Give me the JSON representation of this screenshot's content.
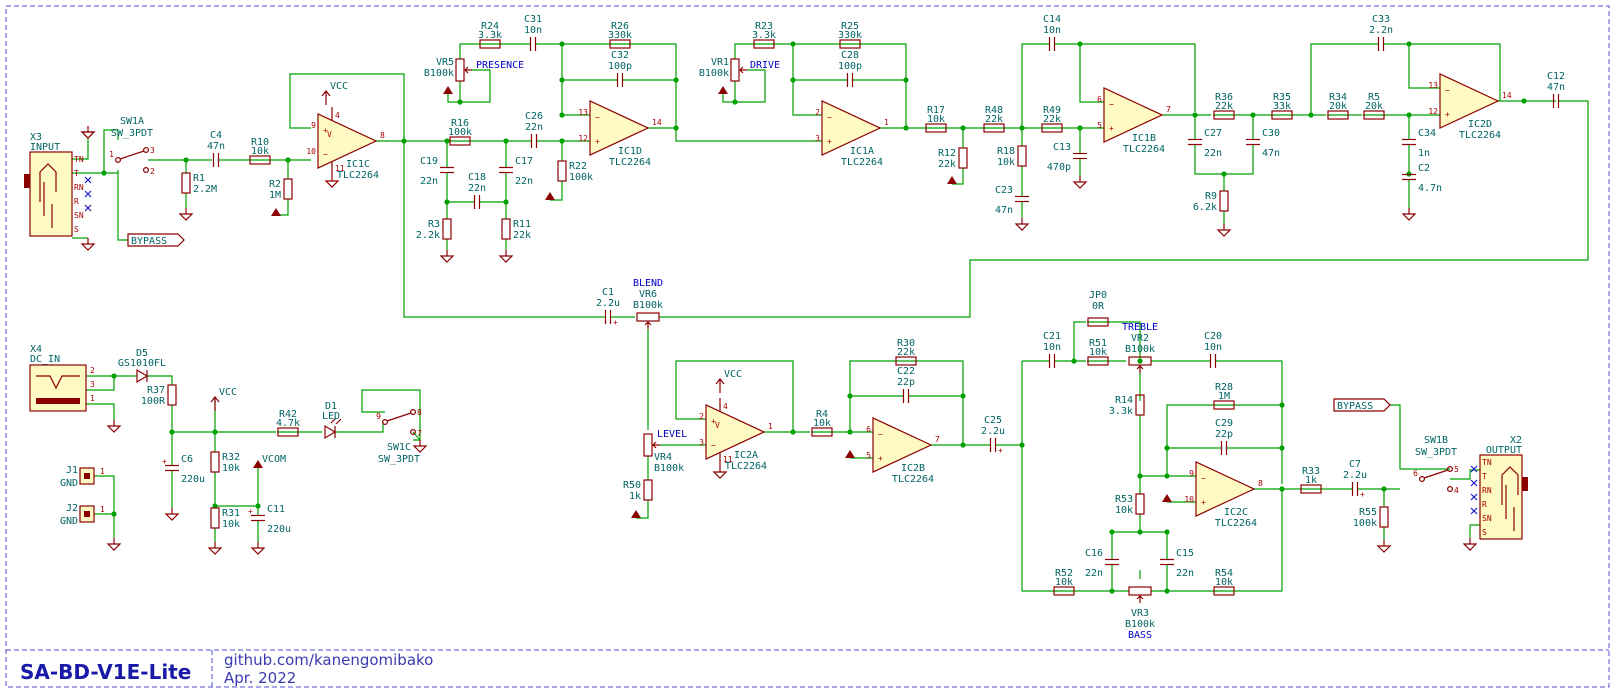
{
  "title_block": {
    "title": "SA-BD-V1E-Lite",
    "url": "github.com/kanengomibako",
    "date": "Apr. 2022"
  },
  "colors": {
    "wire": "#00a000",
    "symbol": "#8b0000",
    "fill": "#fff9c4",
    "text": "#006464",
    "net": "#0000c4"
  },
  "resistors": [
    {
      "id": "R1",
      "ref": "R1",
      "val": "2.2M"
    },
    {
      "id": "R2",
      "ref": "R2",
      "val": "1M"
    },
    {
      "id": "R10",
      "ref": "R10",
      "val": "10k"
    },
    {
      "id": "R24",
      "ref": "R24",
      "val": "3.3k"
    },
    {
      "id": "R26",
      "ref": "R26",
      "val": "330k"
    },
    {
      "id": "R16",
      "ref": "R16",
      "val": "100k"
    },
    {
      "id": "R22",
      "ref": "R22",
      "val": "100k"
    },
    {
      "id": "R3",
      "ref": "R3",
      "val": "2.2k"
    },
    {
      "id": "R11",
      "ref": "R11",
      "val": "22k"
    },
    {
      "id": "R23",
      "ref": "R23",
      "val": "3.3k"
    },
    {
      "id": "R25",
      "ref": "R25",
      "val": "330k"
    },
    {
      "id": "R17",
      "ref": "R17",
      "val": "10k"
    },
    {
      "id": "R12",
      "ref": "R12",
      "val": "22k"
    },
    {
      "id": "R48",
      "ref": "R48",
      "val": "22k"
    },
    {
      "id": "R18",
      "ref": "R18",
      "val": "10k"
    },
    {
      "id": "R49",
      "ref": "R49",
      "val": "22k"
    },
    {
      "id": "R36",
      "ref": "R36",
      "val": "22k"
    },
    {
      "id": "R35",
      "ref": "R35",
      "val": "33k"
    },
    {
      "id": "R9",
      "ref": "R9",
      "val": "6.2k"
    },
    {
      "id": "R34",
      "ref": "R34",
      "val": "20k"
    },
    {
      "id": "R5",
      "ref": "R5",
      "val": "20k"
    },
    {
      "id": "R37",
      "ref": "R37",
      "val": "100R"
    },
    {
      "id": "R42",
      "ref": "R42",
      "val": "4.7k"
    },
    {
      "id": "R32",
      "ref": "R32",
      "val": "10k"
    },
    {
      "id": "R31",
      "ref": "R31",
      "val": "10k"
    },
    {
      "id": "R50",
      "ref": "R50",
      "val": "1k"
    },
    {
      "id": "R4",
      "ref": "R4",
      "val": "10k"
    },
    {
      "id": "R30",
      "ref": "R30",
      "val": "22k"
    },
    {
      "id": "R51",
      "ref": "R51",
      "val": "10k"
    },
    {
      "id": "R14",
      "ref": "R14",
      "val": "3.3k"
    },
    {
      "id": "R28",
      "ref": "R28",
      "val": "1M"
    },
    {
      "id": "R53",
      "ref": "R53",
      "val": "10k"
    },
    {
      "id": "R52",
      "ref": "R52",
      "val": "10k"
    },
    {
      "id": "R54",
      "ref": "R54",
      "val": "10k"
    },
    {
      "id": "R33",
      "ref": "R33",
      "val": "1k"
    },
    {
      "id": "R55",
      "ref": "R55",
      "val": "100k"
    }
  ],
  "capacitors": [
    {
      "id": "C4",
      "ref": "C4",
      "val": "47n"
    },
    {
      "id": "C31",
      "ref": "C31",
      "val": "10n"
    },
    {
      "id": "C32",
      "ref": "C32",
      "val": "100p"
    },
    {
      "id": "C26",
      "ref": "C26",
      "val": "22n"
    },
    {
      "id": "C19",
      "ref": "C19",
      "val": "22n"
    },
    {
      "id": "C18",
      "ref": "C18",
      "val": "22n"
    },
    {
      "id": "C17",
      "ref": "C17",
      "val": "22n"
    },
    {
      "id": "C28",
      "ref": "C28",
      "val": "100p"
    },
    {
      "id": "C14",
      "ref": "C14",
      "val": "10n"
    },
    {
      "id": "C13",
      "ref": "C13",
      "val": "470p"
    },
    {
      "id": "C23",
      "ref": "C23",
      "val": "47n"
    },
    {
      "id": "C27",
      "ref": "C27",
      "val": "22n"
    },
    {
      "id": "C30",
      "ref": "C30",
      "val": "47n"
    },
    {
      "id": "C33",
      "ref": "C33",
      "val": "2.2n"
    },
    {
      "id": "C34",
      "ref": "C34",
      "val": "1n"
    },
    {
      "id": "C2",
      "ref": "C2",
      "val": "4.7n"
    },
    {
      "id": "C12",
      "ref": "C12",
      "val": "47n"
    },
    {
      "id": "C1",
      "ref": "C1",
      "val": "2.2u"
    },
    {
      "id": "C6",
      "ref": "C6",
      "val": "220u"
    },
    {
      "id": "C11",
      "ref": "C11",
      "val": "220u"
    },
    {
      "id": "C22",
      "ref": "C22",
      "val": "22p"
    },
    {
      "id": "C25",
      "ref": "C25",
      "val": "2.2u"
    },
    {
      "id": "C21",
      "ref": "C21",
      "val": "10n"
    },
    {
      "id": "C20",
      "ref": "C20",
      "val": "10n"
    },
    {
      "id": "C29",
      "ref": "C29",
      "val": "22p"
    },
    {
      "id": "C16",
      "ref": "C16",
      "val": "22n"
    },
    {
      "id": "C15",
      "ref": "C15",
      "val": "22n"
    },
    {
      "id": "C7",
      "ref": "C7",
      "val": "2.2u"
    }
  ],
  "opamps": [
    {
      "id": "IC1C",
      "ref": "IC1C",
      "val": "TLC2264"
    },
    {
      "id": "IC1D",
      "ref": "IC1D",
      "val": "TLC2264"
    },
    {
      "id": "IC1A",
      "ref": "IC1A",
      "val": "TLC2264"
    },
    {
      "id": "IC1B",
      "ref": "IC1B",
      "val": "TLC2264"
    },
    {
      "id": "IC2D",
      "ref": "IC2D",
      "val": "TLC2264"
    },
    {
      "id": "IC2A",
      "ref": "IC2A",
      "val": "TLC2264"
    },
    {
      "id": "IC2B",
      "ref": "IC2B",
      "val": "TLC2264"
    },
    {
      "id": "IC2C",
      "ref": "IC2C",
      "val": "TLC2264"
    }
  ],
  "pots": [
    {
      "id": "VR5",
      "ref": "VR5",
      "val": "B100k",
      "label": "PRESENCE"
    },
    {
      "id": "VR1",
      "ref": "VR1",
      "val": "B100k",
      "label": "DRIVE"
    },
    {
      "id": "VR6",
      "ref": "VR6",
      "val": "B100k",
      "label": "BLEND"
    },
    {
      "id": "VR4",
      "ref": "VR4",
      "val": "B100k",
      "label": "LEVEL"
    },
    {
      "id": "VR2",
      "ref": "VR2",
      "val": "B100k",
      "label": "TREBLE"
    },
    {
      "id": "VR3",
      "ref": "VR3",
      "val": "B100k",
      "label": "BASS"
    }
  ],
  "switches": [
    {
      "id": "SW1A",
      "ref": "SW1A",
      "val": "SW_3PDT"
    },
    {
      "id": "SW1B",
      "ref": "SW1B",
      "val": "SW_3PDT"
    },
    {
      "id": "SW1C",
      "ref": "SW1C",
      "val": "SW_3PDT"
    }
  ],
  "misc": {
    "x3_ref": "X3",
    "x3_val": "INPUT",
    "x2_ref": "X2",
    "x2_val": "OUTPUT",
    "x4_ref": "X4",
    "x4_val": "DC_IN",
    "d5_ref": "D5",
    "d5_val": "GS1010FL",
    "d1_ref": "D1",
    "d1_val": "LED",
    "jp0_ref": "JP0",
    "jp0_val": "0R",
    "j1_ref": "J1",
    "j1_val": "GND",
    "j2_ref": "J2",
    "j2_val": "GND",
    "vcc": "VCC",
    "vcom": "VCOM",
    "bypass": "BYPASS"
  },
  "jack_pins": [
    "TN",
    "T",
    "RN",
    "R",
    "SN",
    "S"
  ],
  "pin_numbers": [
    "1",
    "2",
    "3",
    "4",
    "5",
    "6",
    "7",
    "8",
    "9",
    "10",
    "11",
    "12",
    "13",
    "14"
  ]
}
